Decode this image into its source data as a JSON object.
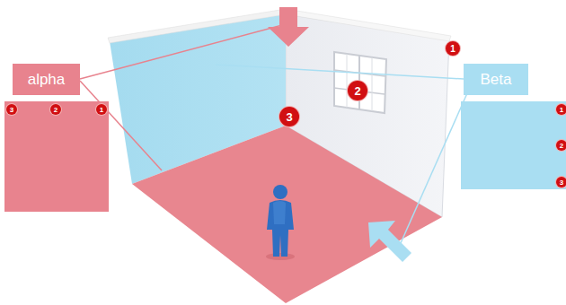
{
  "diagram": {
    "nodes": [
      {
        "text": [
          "alpha"
        ]
      },
      {
        "text": [
          "Beta"
        ]
      }
    ],
    "labels": [
      "1",
      "2",
      "3",
      "3",
      "2",
      "1",
      "1",
      "2",
      "3"
    ]
  }
}
